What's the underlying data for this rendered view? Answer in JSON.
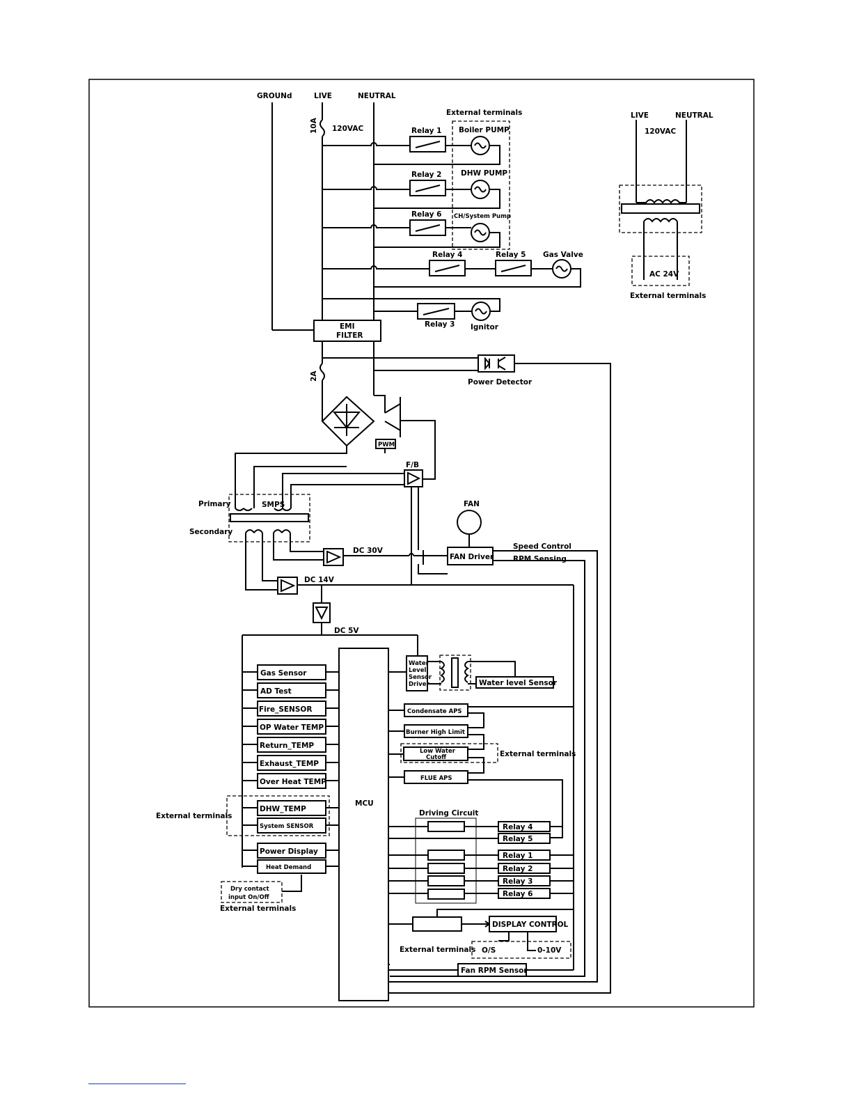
{
  "labels": {
    "ground": "GROUNd",
    "live": "LIVE",
    "neutral": "NEUTRAL",
    "fuse_10a": "10A",
    "v120vac": "120VAC",
    "ext_terminals": "External terminals",
    "relay1": "Relay 1",
    "relay2": "Relay 2",
    "relay3": "Relay 3",
    "relay4": "Relay 4",
    "relay5": "Relay 5",
    "relay6": "Relay 6",
    "boiler_pump": "Boiler PUMP",
    "dhw_pump": "DHW PUMP",
    "ch_pump": "CH/System Pump",
    "gas_valve": "Gas Valve",
    "ignitor": "Ignitor",
    "emi_filter_1": "EMI",
    "emi_filter_2": "FILTER",
    "fuse_2a": "2A",
    "power_detector": "Power Detector",
    "pwm": "PWM",
    "fb": "F/B",
    "primary": "Primary",
    "secondary": "Secondary",
    "smps": "SMPS",
    "fan": "FAN",
    "fan_driver": "FAN Driver",
    "speed_control": "Speed Control",
    "rpm_sensing": "RPM Sensing",
    "dc30v": "DC 30V",
    "dc14v": "DC 14V",
    "dc5v": "DC 5V",
    "tr_live": "LIVE",
    "tr_neutral": "NEUTRAL",
    "tr_120vac": "120VAC",
    "ac24v": "AC 24V",
    "mcu": "MCU",
    "gas_sensor": "Gas Sensor",
    "ad_test": "AD Test",
    "fire_sensor": "Fire_SENSOR",
    "op_water_temp": "OP Water TEMP",
    "return_temp": "Return_TEMP",
    "exhaust_temp": "Exhaust_TEMP",
    "over_heat_temp": "Over Heat TEMP",
    "dhw_temp": "DHW_TEMP",
    "system_sensor": "System SENSOR",
    "power_display": "Power Display",
    "heat_demand": "Heat Demand",
    "dry_contact_1": "Dry contact",
    "dry_contact_2": "input On/Off",
    "wl_driver_1": "Water",
    "wl_driver_2": "Level",
    "wl_driver_3": "Sensor",
    "wl_driver_4": "Driver",
    "water_level_sensor": "Water level Sensor",
    "condensate_aps": "Condensate APS",
    "burner_high_limit": "Burner High Limit",
    "low_water_1": "Low Water",
    "low_water_2": "Cutoff",
    "flue_aps": "FLUE APS",
    "driving_circuit": "Driving Circuit",
    "display_control": "DISPLAY CONTROL",
    "os": "O/S",
    "v0_10": "0-10V",
    "fan_rpm_sensor": "Fan RPM Sensor"
  }
}
